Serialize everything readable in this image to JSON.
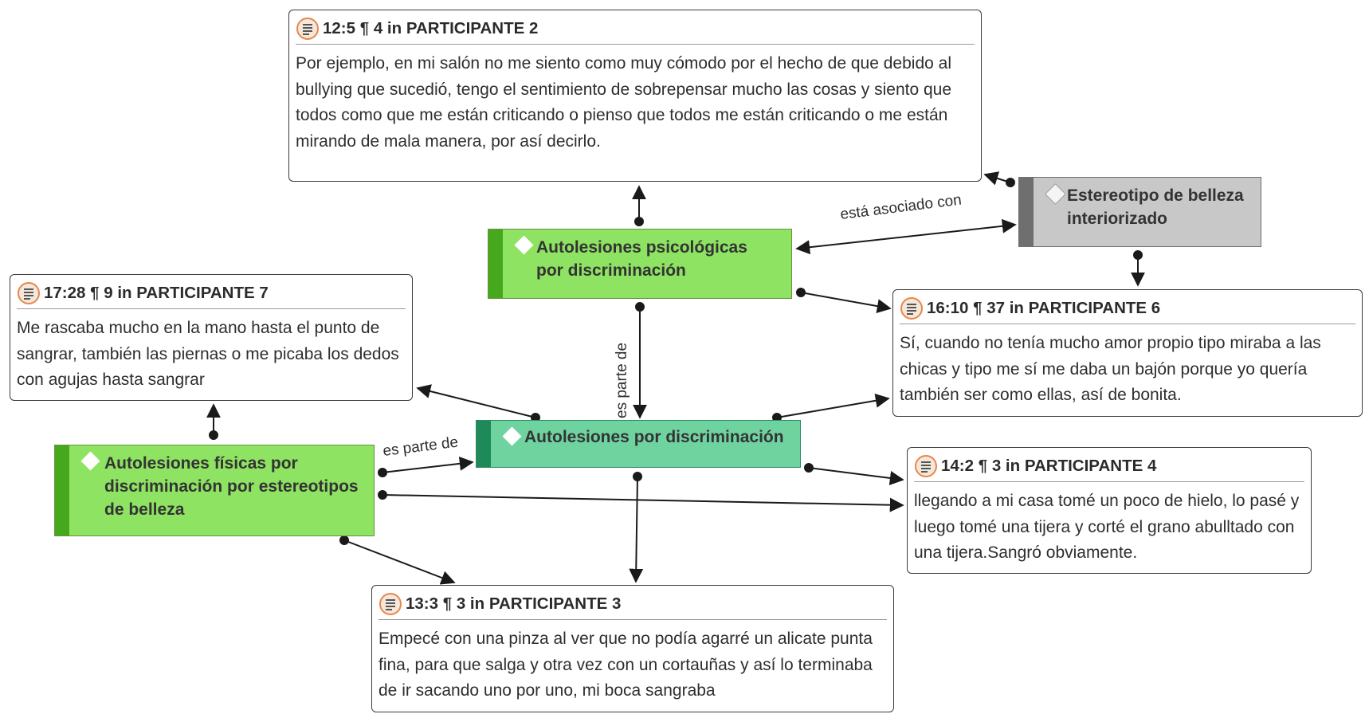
{
  "colors": {
    "code_fill": "#8ee363",
    "code_stripe": "#46a81d",
    "code_teal_fill": "#6fd3a0",
    "code_teal_stripe": "#1e8a5a",
    "grey_fill": "#c8c8c8",
    "grey_stripe": "#6f6f6f",
    "quote_icon_ring": "#e8874a"
  },
  "icons": {
    "quote": "quotation-icon",
    "code": "code-diamond-icon"
  },
  "quotes": {
    "q12": {
      "title": "12:5 ¶ 4 in PARTICIPANTE 2",
      "text": "Por ejemplo, en mi salón no me siento como muy cómodo por el hecho de que debido al bullying que sucedió, tengo el sentimiento de sobrepensar mucho las cosas y siento que todos como que me están criticando o pienso que todos me están criticando o me están mirando de mala manera, por así decirlo."
    },
    "q17": {
      "title": "17:28 ¶ 9 in PARTICIPANTE 7",
      "text": "Me rascaba mucho en la mano hasta el punto de sangrar, también las piernas o me picaba los dedos con agujas hasta sangrar"
    },
    "q16": {
      "title": "16:10 ¶ 37 in PARTICIPANTE 6",
      "text": "Sí, cuando no tenía mucho amor propio tipo miraba a las chicas y tipo me sí me daba un bajón porque yo quería también ser como ellas, así de bonita."
    },
    "q14": {
      "title": "14:2 ¶ 3 in PARTICIPANTE 4",
      "text": "llegando a mi casa tomé un poco de hielo, lo pasé y luego tomé una tijera y corté el grano abulltado con una tijera.Sangró obviamente."
    },
    "q13": {
      "title": "13:3 ¶ 3 in PARTICIPANTE 3",
      "text": "Empecé con una pinza al ver que no podía agarré un alicate punta fina, para que salga y otra vez con un cortauñas y así lo terminaba de ir sacando uno por uno, mi boca sangraba"
    }
  },
  "codes": {
    "psico": {
      "label": "Autolesiones psicológicas por discriminación"
    },
    "discrim": {
      "label": "Autolesiones por discriminación"
    },
    "fisicas": {
      "label": "Autolesiones físicas por discriminación por estereotipos de belleza"
    },
    "belleza": {
      "label": "Estereotipo de belleza interiorizado"
    }
  },
  "relations": {
    "asociado": "está asociado con",
    "parte_vertical": "es parte de",
    "parte_horizontal": "es parte de"
  }
}
